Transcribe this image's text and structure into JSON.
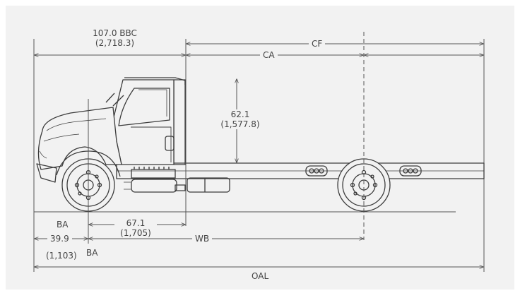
{
  "dimensions": {
    "bbc": {
      "inches": "107.0 BBC",
      "mm": "(2,718.3)"
    },
    "cf": "CF",
    "ca": "CA",
    "cab_height": {
      "inches": "62.1",
      "mm": "(1,577.8)"
    },
    "ba_top": "BA",
    "ba_value": {
      "inches": "39.9",
      "mm": "(1,103)"
    },
    "ba_bottom": "BA",
    "axle_offset": {
      "inches": "67.1",
      "mm": "(1,705)"
    },
    "wb": "WB",
    "oal": "OAL"
  },
  "colors": {
    "background": "#f2f2f2",
    "line": "#555555",
    "truck_outline": "#3c3c3c"
  }
}
